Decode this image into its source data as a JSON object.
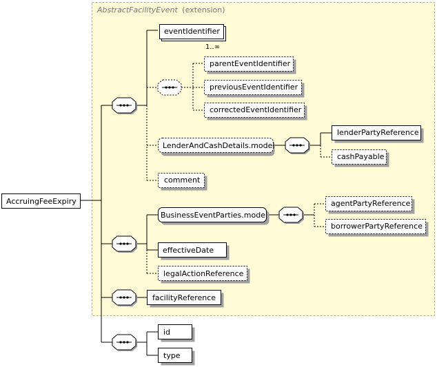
{
  "extension": {
    "base_name": "AbstractFacilityEvent",
    "suffix": "(extension)"
  },
  "root": {
    "label": "AccruingFeeExpiry"
  },
  "elements": {
    "event_identifier": {
      "label": "eventIdentifier",
      "multiplicity": "1..∞"
    },
    "parent_event_identifier": {
      "label": "parentEventIdentifier"
    },
    "previous_event_identifier": {
      "label": "previousEventIdentifier"
    },
    "corrected_event_identifier": {
      "label": "correctedEventIdentifier"
    },
    "lender_and_cash_details": {
      "label": "LenderAndCashDetails.model"
    },
    "lender_party_reference": {
      "label": "lenderPartyReference"
    },
    "cash_payable": {
      "label": "cashPayable"
    },
    "comment": {
      "label": "comment"
    },
    "business_event_parties": {
      "label": "BusinessEventParties.model"
    },
    "agent_party_reference": {
      "label": "agentPartyReference"
    },
    "borrower_party_reference": {
      "label": "borrowerPartyReference"
    },
    "effective_date": {
      "label": "effectiveDate"
    },
    "legal_action_reference": {
      "label": "legalActionReference"
    },
    "facility_reference": {
      "label": "facilityReference"
    },
    "id": {
      "label": "id"
    },
    "type": {
      "label": "type"
    }
  },
  "colors": {
    "extension_fill": "#fffbd6",
    "extension_border": "#b3b38a",
    "box_border": "#000000",
    "shadow": "#a0a0a0"
  }
}
